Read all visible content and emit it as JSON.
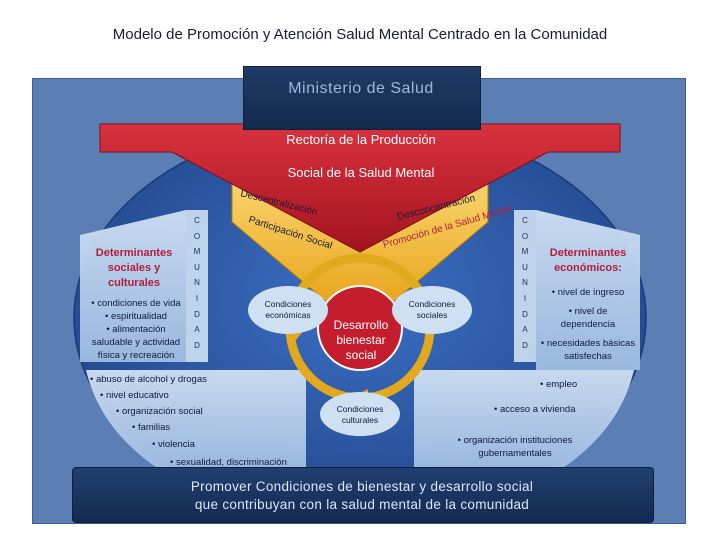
{
  "title": "Modelo de Promoción y  Atención Salud Mental Centrado en la Comunidad",
  "top_box": "Ministerio de Salud",
  "arrow": {
    "line1": "Rectoría de la Producción",
    "line2": "Social de la Salud Mental"
  },
  "arc_texts": {
    "descentralizacion": "Descentralización",
    "participacion": "Participación Social",
    "desconcentracion": "Desconcentración",
    "promocion": "Promoción de la Salud Mental"
  },
  "comunidad_letters": [
    "C",
    "O",
    "M",
    "U",
    "N",
    "I",
    "D",
    "A",
    "D"
  ],
  "left_panel": {
    "heading": [
      "Determinantes",
      "sociales y",
      "culturales"
    ],
    "items": [
      "• condiciones de vida",
      "• espiritualidad",
      "• alimentación",
      "saludable y actividad",
      "física y recreación"
    ]
  },
  "right_panel": {
    "heading": [
      "Determinantes",
      "económicos:"
    ],
    "items": [
      "• nivel de ingreso",
      "• nivel de",
      "dependencia",
      "• necesidades básicas",
      "satisfechas"
    ]
  },
  "cycle": {
    "center": [
      "Desarrollo",
      "bienestar",
      "social"
    ],
    "economic": [
      "Condiciones",
      "económicas"
    ],
    "social": [
      "Condiciones",
      "sociales"
    ],
    "cultural": [
      "Condiciones",
      "culturales"
    ]
  },
  "left_bottom_list": [
    "• abuso de alcohol y drogas",
    "• nivel educativo",
    "• organización social",
    "• familias",
    "• violencia",
    "• sexualidad, discriminación"
  ],
  "right_bottom_list": {
    "empleo": "• empleo",
    "vivienda": "• acceso a vivienda",
    "org1": "• organización instituciones",
    "org2": "gubernamentales"
  },
  "bottom_box": {
    "line1": "Promover Condiciones de bienestar y desarrollo social",
    "line2": "que contribuyan con  la salud mental de la comunidad"
  },
  "colors": {
    "frame": "#5b7fb4",
    "ellipse": "#2e5aa6",
    "wedge": "#f2b21a",
    "arrow_red": "#c41e2e",
    "heading_red": "#b01e3e"
  }
}
